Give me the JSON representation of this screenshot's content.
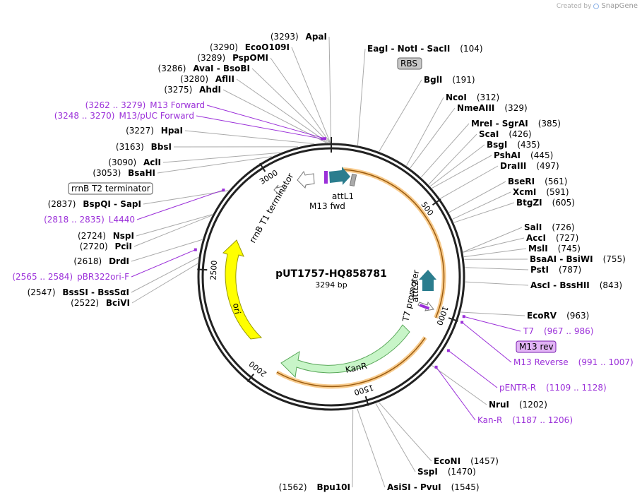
{
  "credit": {
    "created_by": "Created by",
    "brand": "SnapGene"
  },
  "plasmid": {
    "name": "pUT1757-HQ858781",
    "length": "3294 bp",
    "total_bp": 3294
  },
  "colors": {
    "primer": "#9b30d9",
    "orf_outline": "#f4a940",
    "ori": "#ffff00",
    "kanr": "#c8f5c8",
    "att": "#2b7d8e"
  },
  "ticks": [
    "500",
    "1000",
    "1500",
    "2000",
    "2500",
    "3000"
  ],
  "sites": [
    {
      "name": "ApaI",
      "pos": "(3293)",
      "bp": 3293
    },
    {
      "name": "EcoO109I",
      "pos": "(3290)",
      "bp": 3290
    },
    {
      "name": "PspOMI",
      "pos": "(3289)",
      "bp": 3289
    },
    {
      "name": "AvaI - BsoBI",
      "pos": "(3286)",
      "bp": 3286
    },
    {
      "name": "AflII",
      "pos": "(3280)",
      "bp": 3280
    },
    {
      "name": "AhdI",
      "pos": "(3275)",
      "bp": 3275
    },
    {
      "name": "HpaI",
      "pos": "(3227)",
      "bp": 3227
    },
    {
      "name": "BbsI",
      "pos": "(3163)",
      "bp": 3163
    },
    {
      "name": "AclI",
      "pos": "(3090)",
      "bp": 3090
    },
    {
      "name": "BsaHI",
      "pos": "(3053)",
      "bp": 3053
    },
    {
      "name": "BspQI - SapI",
      "pos": "(2837)",
      "bp": 2837
    },
    {
      "name": "NspI",
      "pos": "(2724)",
      "bp": 2724
    },
    {
      "name": "PciI",
      "pos": "(2720)",
      "bp": 2720
    },
    {
      "name": "DrdI",
      "pos": "(2618)",
      "bp": 2618
    },
    {
      "name": "BssSI - BssSαI",
      "pos": "(2547)",
      "bp": 2547
    },
    {
      "name": "BciVI",
      "pos": "(2522)",
      "bp": 2522
    },
    {
      "name": "EagI - NotI - SacII",
      "pos": "(104)",
      "bp": 104
    },
    {
      "name": "BglI",
      "pos": "(191)",
      "bp": 191
    },
    {
      "name": "NcoI",
      "pos": "(312)",
      "bp": 312
    },
    {
      "name": "NmeAIII",
      "pos": "(329)",
      "bp": 329
    },
    {
      "name": "MreI - SgrAI",
      "pos": "(385)",
      "bp": 385
    },
    {
      "name": "ScaI",
      "pos": "(426)",
      "bp": 426
    },
    {
      "name": "BsgI",
      "pos": "(435)",
      "bp": 435
    },
    {
      "name": "PshAI",
      "pos": "(445)",
      "bp": 445
    },
    {
      "name": "DraIII",
      "pos": "(497)",
      "bp": 497
    },
    {
      "name": "BseRI",
      "pos": "(561)",
      "bp": 561
    },
    {
      "name": "XcmI",
      "pos": "(591)",
      "bp": 591
    },
    {
      "name": "BtgZI",
      "pos": "(605)",
      "bp": 605
    },
    {
      "name": "SalI",
      "pos": "(726)",
      "bp": 726
    },
    {
      "name": "AccI",
      "pos": "(727)",
      "bp": 727
    },
    {
      "name": "MslI",
      "pos": "(745)",
      "bp": 745
    },
    {
      "name": "BsaAI - BsiWI",
      "pos": "(755)",
      "bp": 755
    },
    {
      "name": "PstI",
      "pos": "(787)",
      "bp": 787
    },
    {
      "name": "AscI - BssHII",
      "pos": "(843)",
      "bp": 843
    },
    {
      "name": "EcoRV",
      "pos": "(963)",
      "bp": 963
    },
    {
      "name": "NruI",
      "pos": "(1202)",
      "bp": 1202
    },
    {
      "name": "EcoNI",
      "pos": "(1457)",
      "bp": 1457
    },
    {
      "name": "SspI",
      "pos": "(1470)",
      "bp": 1470
    },
    {
      "name": "AsiSI - PvuI",
      "pos": "(1545)",
      "bp": 1545
    },
    {
      "name": "Bpu10I",
      "pos": "(1562)",
      "bp": 1562
    }
  ],
  "primers": [
    {
      "name": "M13 Forward",
      "range": "(3262 .. 3279)"
    },
    {
      "name": "M13/pUC Forward",
      "range": "(3248 .. 3270)"
    },
    {
      "name": "L4440",
      "range": "(2818 .. 2835)"
    },
    {
      "name": "pBR322ori-F",
      "range": "(2565 .. 2584)"
    },
    {
      "name": "T7",
      "range": "(967 .. 986)"
    },
    {
      "name": "M13 Reverse",
      "range": "(991 .. 1007)"
    },
    {
      "name": "pENTR-R",
      "range": "(1109 .. 1128)"
    },
    {
      "name": "Kan-R",
      "range": "(1187 .. 1206)"
    }
  ],
  "features": {
    "rrnb_t2": "rrnB T2 terminator",
    "rbs": "RBS",
    "m13_rev_box": "M13 rev",
    "rrnb_t1": "rrnB T1 terminator",
    "m13_fwd": "M13 fwd",
    "attl1": "attL1",
    "attl2": "attL2",
    "t7_promoter": "T7 promoter",
    "ori": "ori",
    "kanr": "KanR"
  }
}
